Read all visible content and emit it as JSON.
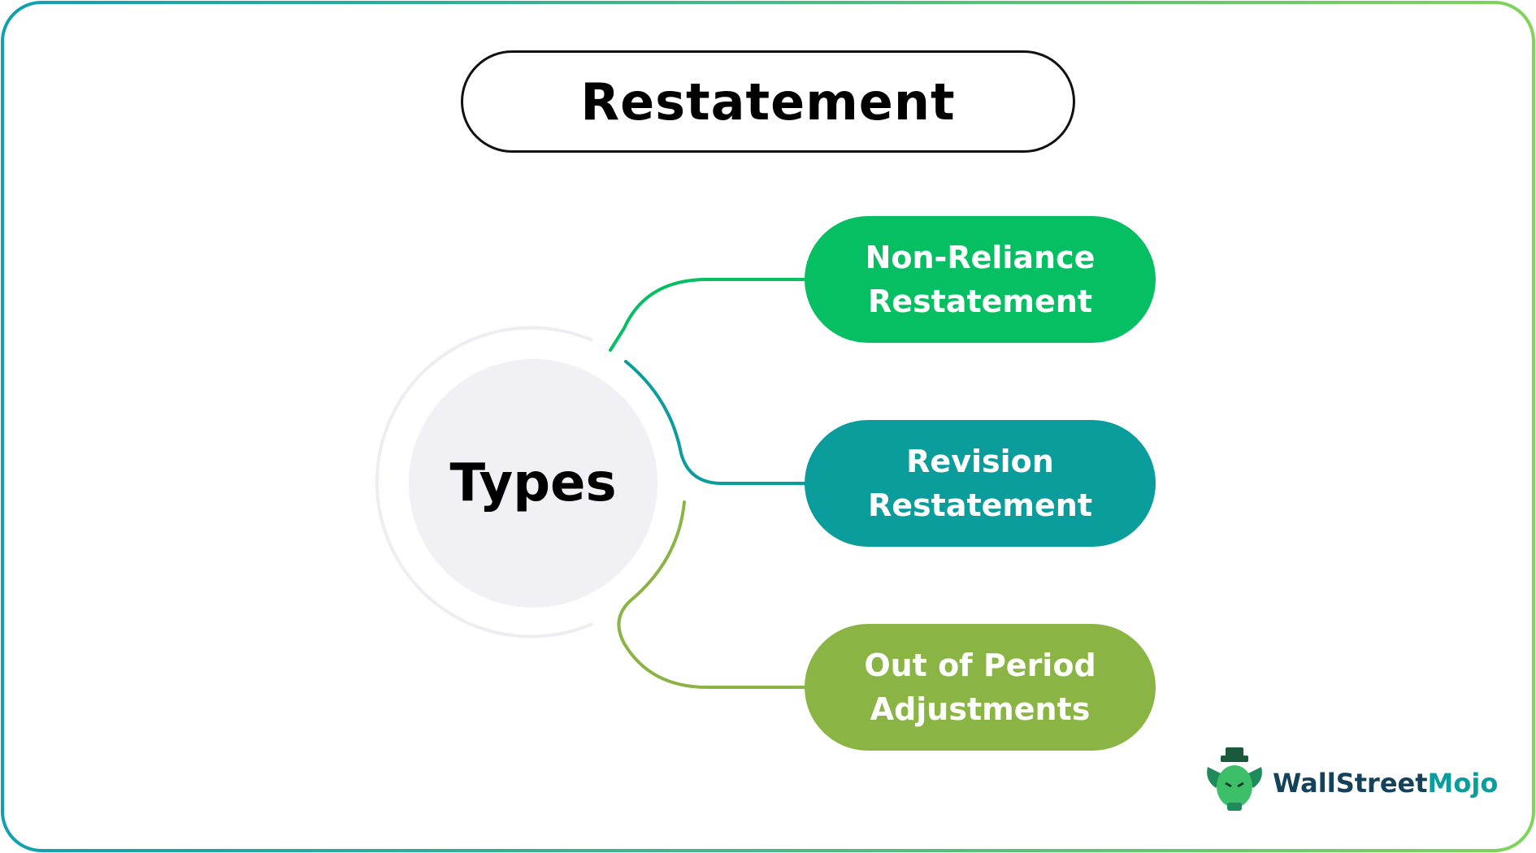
{
  "title": "Restatement",
  "center": {
    "label": "Types"
  },
  "types": [
    {
      "line1": "Non-Reliance",
      "line2": "Restatement",
      "color": "#05bf62"
    },
    {
      "line1": "Revision",
      "line2": "Restatement",
      "color": "#0b9c9c"
    },
    {
      "line1": "Out of Period",
      "line2": "Adjustments",
      "color": "#8ab545"
    }
  ],
  "brand": {
    "part1": "WallStreet",
    "part2": "Mojo"
  },
  "colors": {
    "frame_start": "#10a0b0",
    "frame_end": "#7fd45a",
    "center_fill": "#f0f0f5",
    "ring": "#ededf2"
  }
}
